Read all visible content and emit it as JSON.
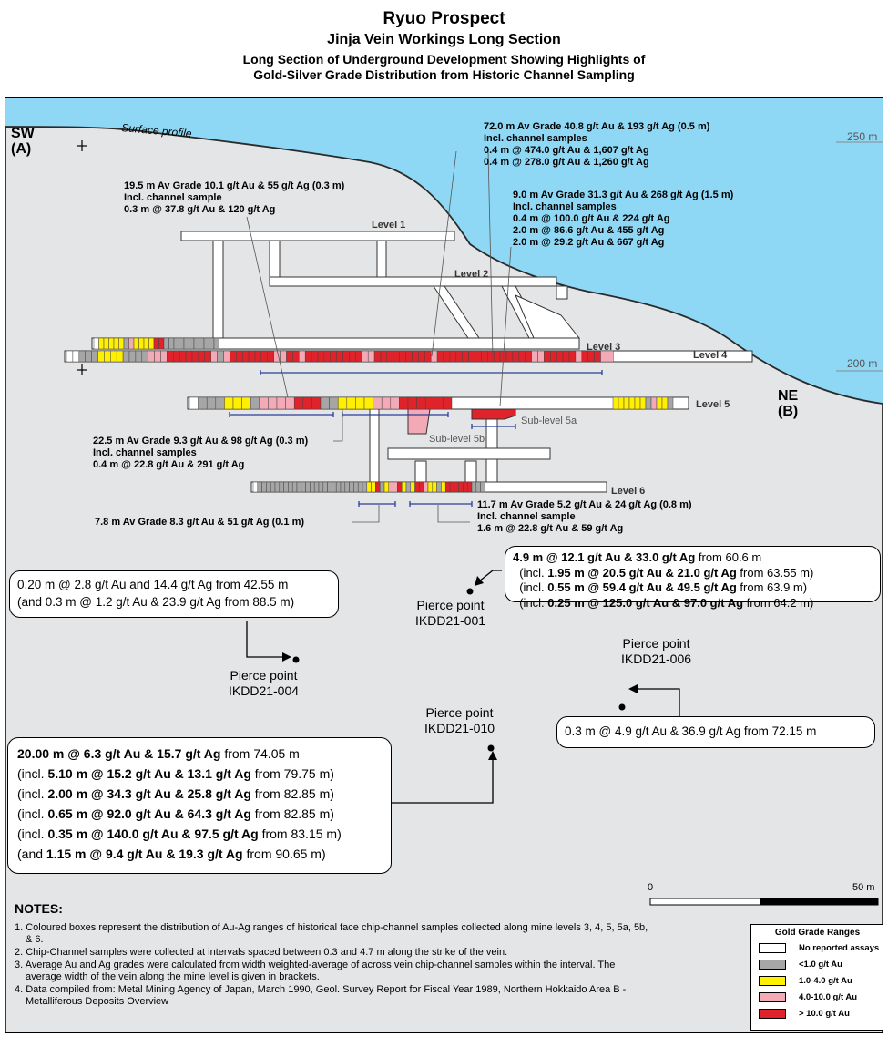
{
  "title": {
    "line1": "Ryuo Prospect",
    "line2": "Jinja Vein Workings Long Section",
    "line3": "Long Section of Underground Development Showing Highlights of",
    "line4": "Gold-Silver Grade Distribution from Historic Channel Sampling"
  },
  "orientation": {
    "sw": "SW",
    "sw_sub": "(A)",
    "ne": "NE",
    "ne_sub": "(B)"
  },
  "surface_label": "Surface profile",
  "elevations": {
    "e250": "250 m",
    "e200": "200 m"
  },
  "levels": {
    "l1": "Level 1",
    "l2": "Level 2",
    "l3": "Level 3",
    "l4": "Level 4",
    "l5": "Level 5",
    "l5a": "Sub-level 5a",
    "l5b": "Sub-level 5b",
    "l6": "Level 6"
  },
  "intercepts": {
    "a": [
      "72.0 m Av Grade 40.8 g/t Au & 193 g/t Ag (0.5 m)",
      "Incl. channel samples",
      "0.4 m @ 474.0 g/t Au & 1,607 g/t Ag",
      "0.4 m @ 278.0 g/t Au & 1,260 g/t Ag"
    ],
    "b": [
      "19.5 m Av Grade 10.1 g/t Au & 55 g/t Ag (0.3 m)",
      "Incl. channel sample",
      "0.3 m @ 37.8 g/t Au & 120 g/t Ag"
    ],
    "c": [
      "9.0 m Av Grade 31.3 g/t Au & 268 g/t Ag (1.5 m)",
      "Incl. channel samples",
      "0.4 m @ 100.0 g/t Au & 224 g/t Ag",
      "2.0 m @ 86.6 g/t Au & 455 g/t Ag",
      "2.0 m @ 29.2 g/t Au & 667 g/t Ag"
    ],
    "d": [
      "22.5 m Av Grade 9.3 g/t Au & 98 g/t Ag (0.3 m)",
      "Incl. channel samples",
      "0.4 m @ 22.8 g/t Au & 291 g/t Ag"
    ],
    "e": [
      "11.7 m Av Grade 5.2 g/t Au & 24 g/t Ag (0.8 m)",
      "Incl. channel sample",
      "1.6 m @ 22.8 g/t Au & 59 g/t Ag"
    ],
    "f": [
      "7.8 m Av Grade 8.3 g/t Au & 51 g/t Ag (0.1 m)"
    ]
  },
  "pierce_points": {
    "p001": [
      "Pierce point",
      "IKDD21-001"
    ],
    "p004": [
      "Pierce point",
      "IKDD21-004"
    ],
    "p006": [
      "Pierce point",
      "IKDD21-006"
    ],
    "p010": [
      "Pierce point",
      "IKDD21-010"
    ]
  },
  "drill_boxes": {
    "b001": [
      [
        {
          "t": "4.9 m @ 12.1 g/t Au & 33.0 g/t Ag",
          "b": true
        },
        {
          "t": " from 60.6 m"
        }
      ],
      [
        {
          "t": "  (incl. "
        },
        {
          "t": "1.95 m @ 20.5 g/t Au & 21.0 g/t Ag",
          "b": true
        },
        {
          "t": " from 63.55 m)"
        }
      ],
      [
        {
          "t": "  (incl. "
        },
        {
          "t": "0.55 m @ 59.4 g/t Au & 49.5 g/t Ag",
          "b": true
        },
        {
          "t": " from 63.9 m)"
        }
      ],
      [
        {
          "t": "  (incl. "
        },
        {
          "t": "0.25 m @ 125.0 g/t Au & 97.0 g/t Ag",
          "b": true
        },
        {
          "t": " from 64.2 m)"
        }
      ]
    ],
    "b004": [
      [
        {
          "t": "0.20 m @ 2.8 g/t Au and 14.4 g/t Ag from 42.55 m"
        }
      ],
      [
        {
          "t": "(and 0.3 m @ 1.2 g/t Au & 23.9 g/t Ag from 88.5 m)"
        }
      ]
    ],
    "b006": [
      [
        {
          "t": "0.3 m @ 4.9 g/t Au & 36.9 g/t Ag from 72.15 m"
        }
      ]
    ],
    "b010": [
      [
        {
          "t": "20.00 m @ 6.3 g/t Au & 15.7 g/t Ag",
          "b": true
        },
        {
          "t": " from 74.05 m"
        }
      ],
      [
        {
          "t": "(incl. "
        },
        {
          "t": "5.10 m @ 15.2 g/t Au & 13.1 g/t Ag",
          "b": true
        },
        {
          "t": " from 79.75 m)"
        }
      ],
      [
        {
          "t": "(incl. "
        },
        {
          "t": "2.00 m @ 34.3 g/t Au & 25.8 g/t Ag",
          "b": true
        },
        {
          "t": " from 82.85 m)"
        }
      ],
      [
        {
          "t": "(incl. "
        },
        {
          "t": "0.65 m @ 92.0 g/t Au & 64.3 g/t Ag",
          "b": true
        },
        {
          "t": " from 82.85 m)"
        }
      ],
      [
        {
          "t": "(incl. "
        },
        {
          "t": "0.35 m @ 140.0 g/t Au & 97.5 g/t Ag",
          "b": true
        },
        {
          "t": " from 83.15 m)"
        }
      ],
      [
        {
          "t": "(and "
        },
        {
          "t": "1.15 m @ 9.4 g/t Au & 19.3 g/t Ag",
          "b": true
        },
        {
          "t": " from 90.65 m)"
        }
      ]
    ]
  },
  "scale": {
    "zero": "0",
    "max": "50 m"
  },
  "notes": {
    "heading": "NOTES:",
    "items": [
      "1. Coloured boxes represent the distribution of Au-Ag ranges of historical face chip-channel samples collected along mine levels 3, 4, 5, 5a, 5b, & 6.",
      "2. Chip-Channel samples were collected at intervals spaced between 0.3 and 4.7 m along the strike of the vein.",
      "3. Average Au and Ag grades were calculated from width weighted-average of across vein chip-channel samples within the interval. The average width of the vein along the mine level is given in brackets.",
      "4. Data compiled from: Metal Mining Agency of Japan, March 1990, Geol. Survey Report for Fiscal Year 1989, Northern Hokkaido Area B - Metalliferous Deposits Overview"
    ]
  },
  "legend": {
    "title": "Gold Grade Ranges",
    "items": [
      {
        "label": "No reported assays",
        "color": "#ffffff"
      },
      {
        "label": "<1.0 g/t Au",
        "color": "#a6a6a6"
      },
      {
        "label": "1.0-4.0 g/t Au",
        "color": "#ffef00"
      },
      {
        "label": "4.0-10.0 g/t Au",
        "color": "#f4a9b6"
      },
      {
        "label": "> 10.0 g/t Au",
        "color": "#e0232a"
      }
    ]
  },
  "colors": {
    "sky": "#8fd8f5",
    "ground": "#e4e5e6",
    "interval": "#2a3f9a"
  }
}
